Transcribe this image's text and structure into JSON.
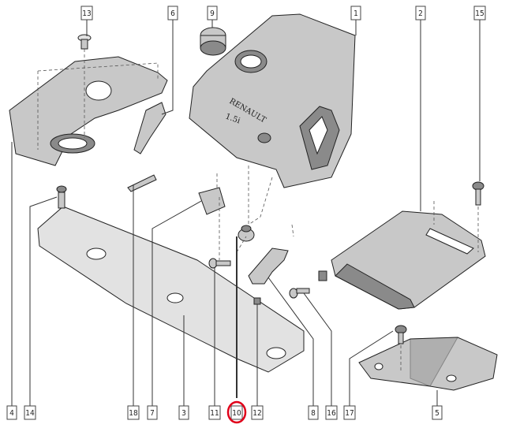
{
  "diagram": {
    "title": "Engine cover parts diagram",
    "cover_branding": "RENAULT",
    "cover_engine_marking": "1.5i",
    "highlight_color": "#e0001a",
    "highlighted_part": "10",
    "top_labels": [
      "13",
      "6",
      "9",
      "1",
      "2",
      "15"
    ],
    "bottom_labels": [
      "4",
      "14",
      "18",
      "7",
      "3",
      "11",
      "10",
      "12",
      "8",
      "16",
      "17",
      "5"
    ]
  }
}
